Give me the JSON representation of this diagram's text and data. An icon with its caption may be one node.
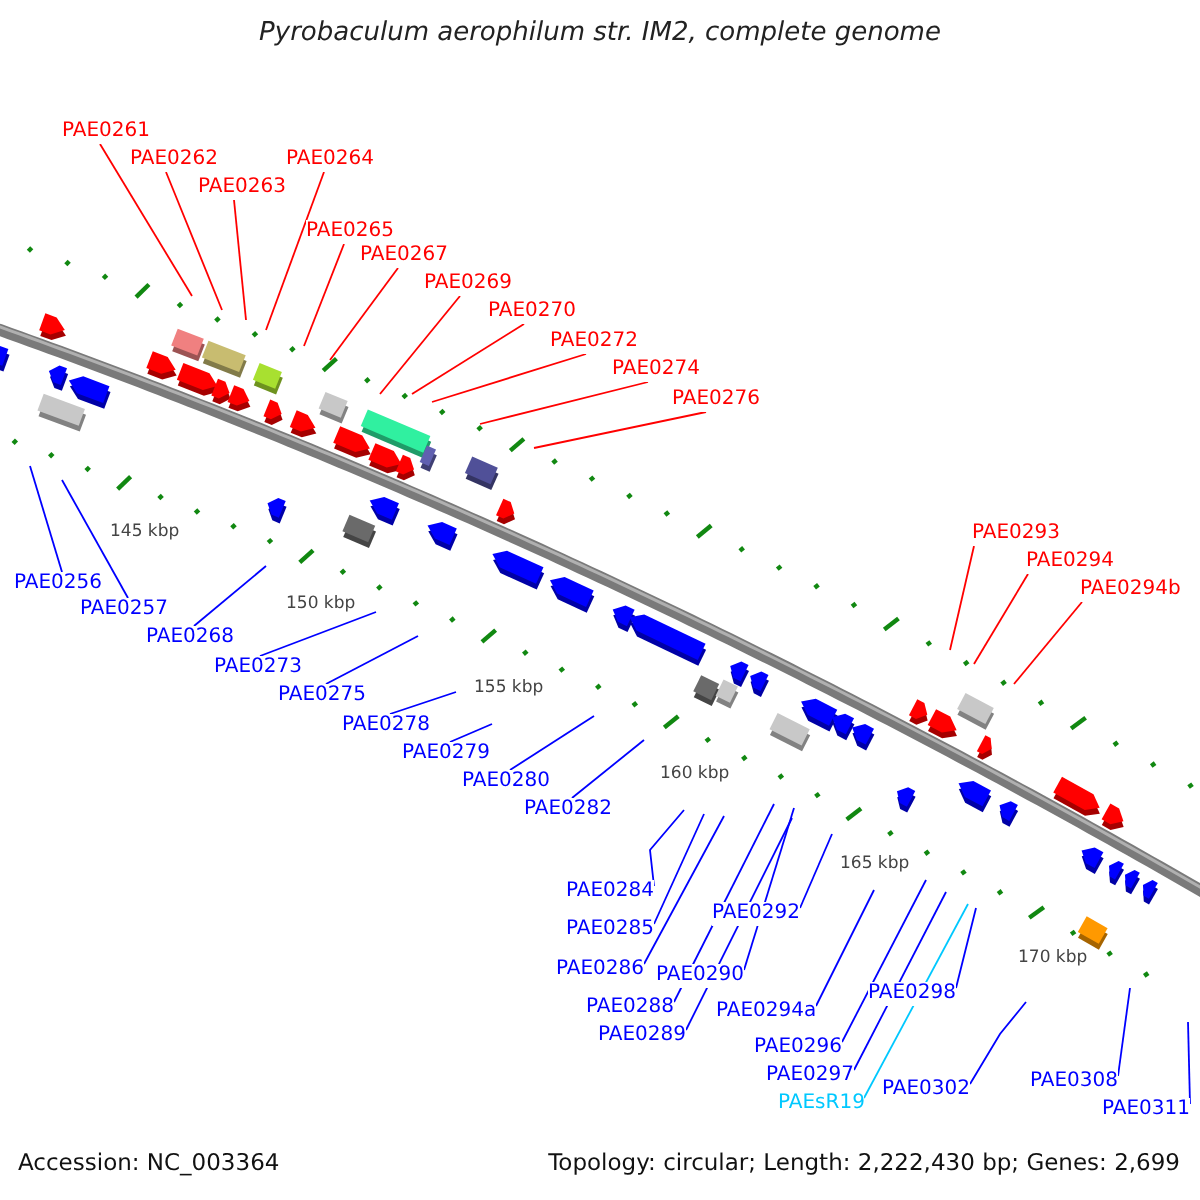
{
  "diagram": {
    "title": "Pyrobaculum aerophilum str. IM2, complete genome",
    "nodes": [
      {
        "text": [
          "PAE0261"
        ]
      },
      {
        "text": [
          "PAE0262"
        ]
      },
      {
        "text": [
          "PAE0263"
        ]
      },
      {
        "text": [
          "PAE0264"
        ]
      },
      {
        "text": [
          "PAE0265"
        ]
      },
      {
        "text": [
          "PAE0267"
        ]
      },
      {
        "text": [
          "PAE0269"
        ]
      },
      {
        "text": [
          "PAE0270"
        ]
      },
      {
        "text": [
          "PAE0272"
        ]
      },
      {
        "text": [
          "PAE0274"
        ]
      },
      {
        "text": [
          "PAE0276"
        ]
      },
      {
        "text": [
          "PAE0256"
        ]
      },
      {
        "text": [
          "PAE0257"
        ]
      },
      {
        "text": [
          "PAE0268"
        ]
      },
      {
        "text": [
          "PAE0273"
        ]
      },
      {
        "text": [
          "PAE0275"
        ]
      },
      {
        "text": [
          "PAE0278"
        ]
      },
      {
        "text": [
          "PAE0279"
        ]
      },
      {
        "text": [
          "PAE0280"
        ]
      },
      {
        "text": [
          "PAE0282"
        ]
      },
      {
        "text": [
          "PAE0293"
        ]
      },
      {
        "text": [
          "PAE0294"
        ]
      },
      {
        "text": [
          "PAE0294b"
        ]
      },
      {
        "text": [
          "PAE0284"
        ]
      },
      {
        "text": [
          "PAE0285"
        ]
      },
      {
        "text": [
          "PAE0286"
        ]
      },
      {
        "text": [
          "PAE0292"
        ]
      },
      {
        "text": [
          "PAE0290"
        ]
      },
      {
        "text": [
          "PAE0288"
        ]
      },
      {
        "text": [
          "PAE0294a"
        ]
      },
      {
        "text": [
          "PAE0298"
        ]
      },
      {
        "text": [
          "PAE0289"
        ]
      },
      {
        "text": [
          "PAE0296"
        ]
      },
      {
        "text": [
          "PAE0297"
        ]
      },
      {
        "text": [
          "PAE0308"
        ]
      },
      {
        "text": [
          "PAEsR19"
        ]
      },
      {
        "text": [
          "PAE0302"
        ]
      },
      {
        "text": [
          "PAE0311"
        ]
      }
    ],
    "edges": [
      {
        "from": 0,
        "to": null,
        "arrow": "none",
        "color": "#ff0000"
      },
      {
        "from": 1,
        "to": null,
        "arrow": "none",
        "color": "#ff0000"
      },
      {
        "from": 2,
        "to": null,
        "arrow": "none",
        "color": "#ff0000"
      },
      {
        "from": 3,
        "to": null,
        "arrow": "none",
        "color": "#ff0000"
      },
      {
        "from": 4,
        "to": null,
        "arrow": "none",
        "color": "#ff0000"
      },
      {
        "from": 5,
        "to": null,
        "arrow": "none",
        "color": "#ff0000"
      },
      {
        "from": 6,
        "to": null,
        "arrow": "none",
        "color": "#ff0000"
      },
      {
        "from": 7,
        "to": null,
        "arrow": "none",
        "color": "#ff0000"
      },
      {
        "from": 8,
        "to": null,
        "arrow": "none",
        "color": "#ff0000"
      },
      {
        "from": 9,
        "to": null,
        "arrow": "none",
        "color": "#ff0000"
      },
      {
        "from": 10,
        "to": null,
        "arrow": "none",
        "color": "#ff0000"
      },
      {
        "from": 11,
        "to": null,
        "arrow": "none"
      },
      {
        "from": 12,
        "to": null,
        "arrow": "none"
      },
      {
        "from": 13,
        "to": null,
        "arrow": "none"
      },
      {
        "from": 14,
        "to": null,
        "arrow": "none"
      },
      {
        "from": 15,
        "to": null,
        "arrow": "none"
      },
      {
        "from": 16,
        "to": null,
        "arrow": "none"
      },
      {
        "from": 17,
        "to": null,
        "arrow": "none"
      },
      {
        "from": 18,
        "to": null,
        "arrow": "none"
      },
      {
        "from": 19,
        "to": null,
        "arrow": "none"
      },
      {
        "from": 20,
        "to": null,
        "arrow": "none",
        "color": "#ff0000"
      },
      {
        "from": 21,
        "to": null,
        "arrow": "none",
        "color": "#ff0000"
      },
      {
        "from": 22,
        "to": null,
        "arrow": "none",
        "color": "#ff0000"
      },
      {
        "from": 23,
        "to": null,
        "arrow": "none"
      },
      {
        "from": 24,
        "to": null,
        "arrow": "none"
      },
      {
        "from": 25,
        "to": null,
        "arrow": "none"
      },
      {
        "from": 26,
        "to": null,
        "arrow": "none"
      },
      {
        "from": 27,
        "to": null,
        "arrow": "none"
      },
      {
        "from": 28,
        "to": null,
        "arrow": "none"
      },
      {
        "from": 29,
        "to": null,
        "arrow": "none"
      },
      {
        "from": 30,
        "to": null,
        "arrow": "none"
      },
      {
        "from": 31,
        "to": null,
        "arrow": "none"
      },
      {
        "from": 32,
        "to": null,
        "arrow": "none"
      },
      {
        "from": 33,
        "to": null,
        "arrow": "none"
      },
      {
        "from": 34,
        "to": null,
        "arrow": "none"
      },
      {
        "from": 35,
        "to": null,
        "arrow": "none",
        "color": "#00c8ff"
      },
      {
        "from": 36,
        "to": null,
        "arrow": "none"
      },
      {
        "from": 37,
        "to": null,
        "arrow": "none"
      }
    ],
    "labels": [
      "145 kbp",
      "150 kbp",
      "155 kbp",
      "160 kbp",
      "165 kbp",
      "170 kbp",
      "Accession: NC_003364",
      "Topology: circular; Length: 2,222,430 bp; Genes: 2,699"
    ]
  }
}
